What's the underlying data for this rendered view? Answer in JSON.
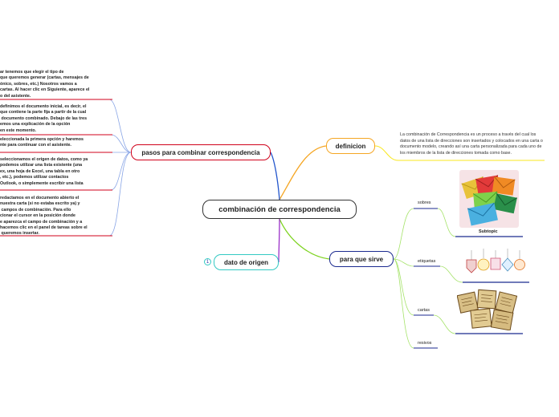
{
  "central": "combinación de correspondencia",
  "definicion": {
    "title": "definicion",
    "text": "La combinación de Correspondencia es un proceso a través del cual los datos de una lista de direcciones son insertados y colocados en una carta o documento modelo, creando así una carta personalizada para cada uno de los miembros de la lista de direcciones tomada como base."
  },
  "pasos": {
    "title": "pasos para combinar correspondencia",
    "steps": [
      "ar tenemos que elegir el tipo de\nque queremos generar (cartas, mensajes de\nónico, sobres, etc.) Nosotros vamos a\ncartas. Al hacer clic en Siguiente, aparece el\no del asistente.",
      "definimos el documento inicial, es decir, el\nque contiene la parte fija a partir de la cual\n documento combinado. Debajo de las tres\nemos una explicación de la opción\nen este momento.",
      "eleccionada la primera opción y haremos\nnte para continuar con el asistente.",
      "seleccionamos el origen de datos, como ya\npodemos utilizar una lista existente (una\nex, una hoja de Excel, una tabla en otro\n, etc.), podemos utilizar contactos\nOutlook, o simplemente escribir una lista",
      "redactamos en el documento abierto el\nnuestra carta (si no estaba escrito ya) y\n campos de combinación. Para ello\ncionar el cursor en la posición donde\ne aparezca el campo de combinación y a\nhacemos clic en el panel de tareas sobre el\n queremos insertar."
    ]
  },
  "para_que_sirve": {
    "title": "para que sirve",
    "items": [
      "sobres",
      "etiquetas",
      "cartas",
      "resivos"
    ],
    "subtopic": "Subtopic"
  },
  "dato_origen": {
    "title": "dato de origen",
    "badge": "1"
  },
  "colors": {
    "central": "#333333",
    "definicion": "#f5a623",
    "pasos": "#d0021b",
    "sirve": "#1b2a8f",
    "dato": "#33c9c3",
    "leaf_line": "#a6e36b",
    "pasos_leaf_line": "#8aa6e6"
  }
}
